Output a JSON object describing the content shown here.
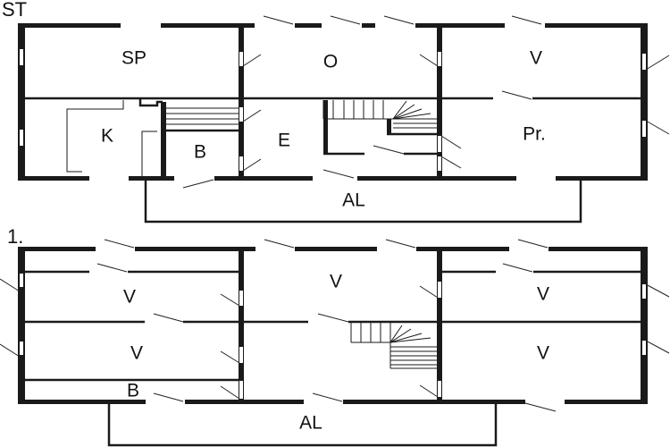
{
  "floors": [
    {
      "label": "ST",
      "rooms": [
        {
          "id": "sp",
          "label": "SP"
        },
        {
          "id": "o",
          "label": "O"
        },
        {
          "id": "v",
          "label": "V"
        },
        {
          "id": "k",
          "label": "K"
        },
        {
          "id": "b",
          "label": "B"
        },
        {
          "id": "e",
          "label": "E"
        },
        {
          "id": "pr",
          "label": "Pr."
        },
        {
          "id": "al",
          "label": "AL"
        }
      ]
    },
    {
      "label": "1.",
      "rooms": [
        {
          "id": "v1",
          "label": "V"
        },
        {
          "id": "v2",
          "label": "V"
        },
        {
          "id": "v3",
          "label": "V"
        },
        {
          "id": "v4",
          "label": "V"
        },
        {
          "id": "v5",
          "label": "V"
        },
        {
          "id": "b",
          "label": "B"
        },
        {
          "id": "al",
          "label": "AL"
        }
      ]
    }
  ],
  "colors": {
    "wall": "#1a1a1a",
    "background": "#ffffff"
  }
}
